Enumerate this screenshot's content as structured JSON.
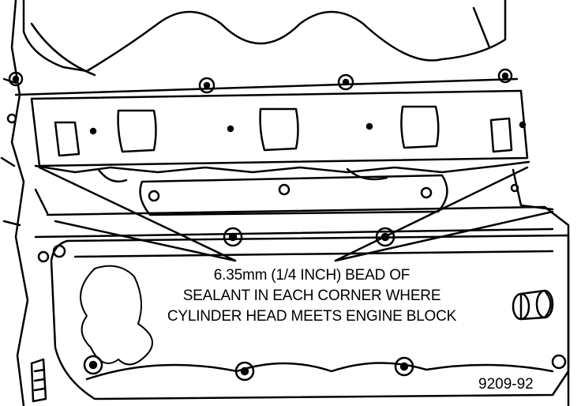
{
  "callout": {
    "line1": "6.35mm (1/4 INCH) BEAD OF",
    "line2": "SEALANT IN EACH CORNER WHERE",
    "line3": "CYLINDER HEAD MEETS ENGINE BLOCK"
  },
  "figure_number": "9209-92"
}
